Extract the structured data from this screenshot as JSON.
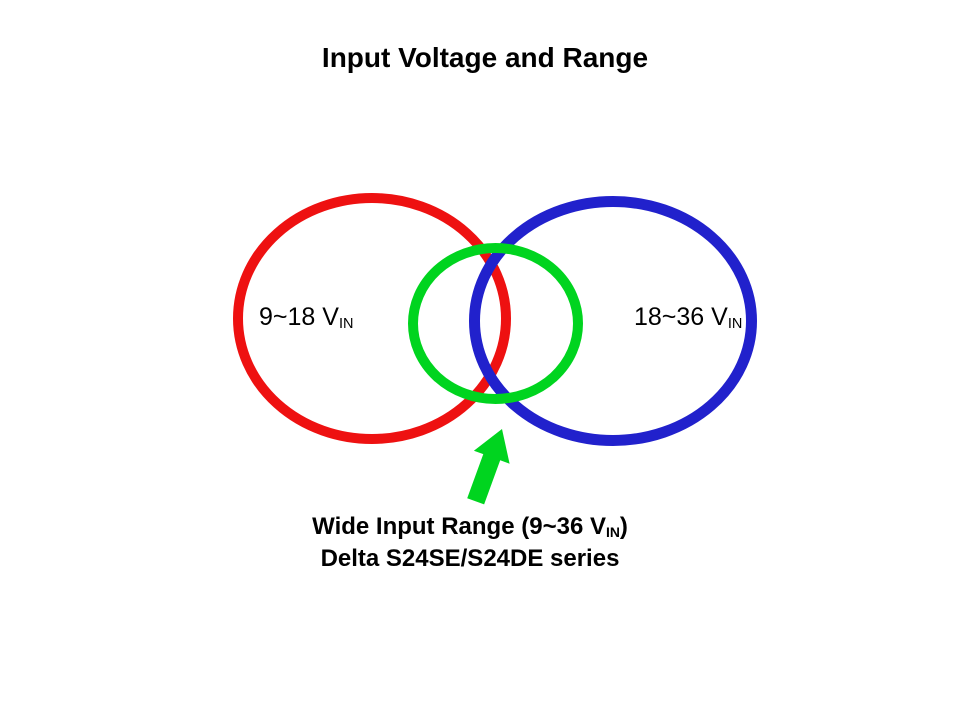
{
  "title": "Input Voltage and Range",
  "venn": {
    "left": {
      "label": "9~18 V",
      "label_sub": "IN",
      "color": "#ee1111"
    },
    "right": {
      "label": "18~36 V",
      "label_sub": "IN",
      "color": "#2121cc"
    },
    "overlap": {
      "color": "#00d41f"
    },
    "arrow": {
      "color": "#00d41f"
    }
  },
  "caption": {
    "line1_text": "Wide Input Range (9~36 V",
    "line1_sub": "IN",
    "line1_close": ")",
    "line2": "Delta S24SE/S24DE series"
  },
  "colors": {
    "background": "#ffffff",
    "text": "#000000"
  }
}
